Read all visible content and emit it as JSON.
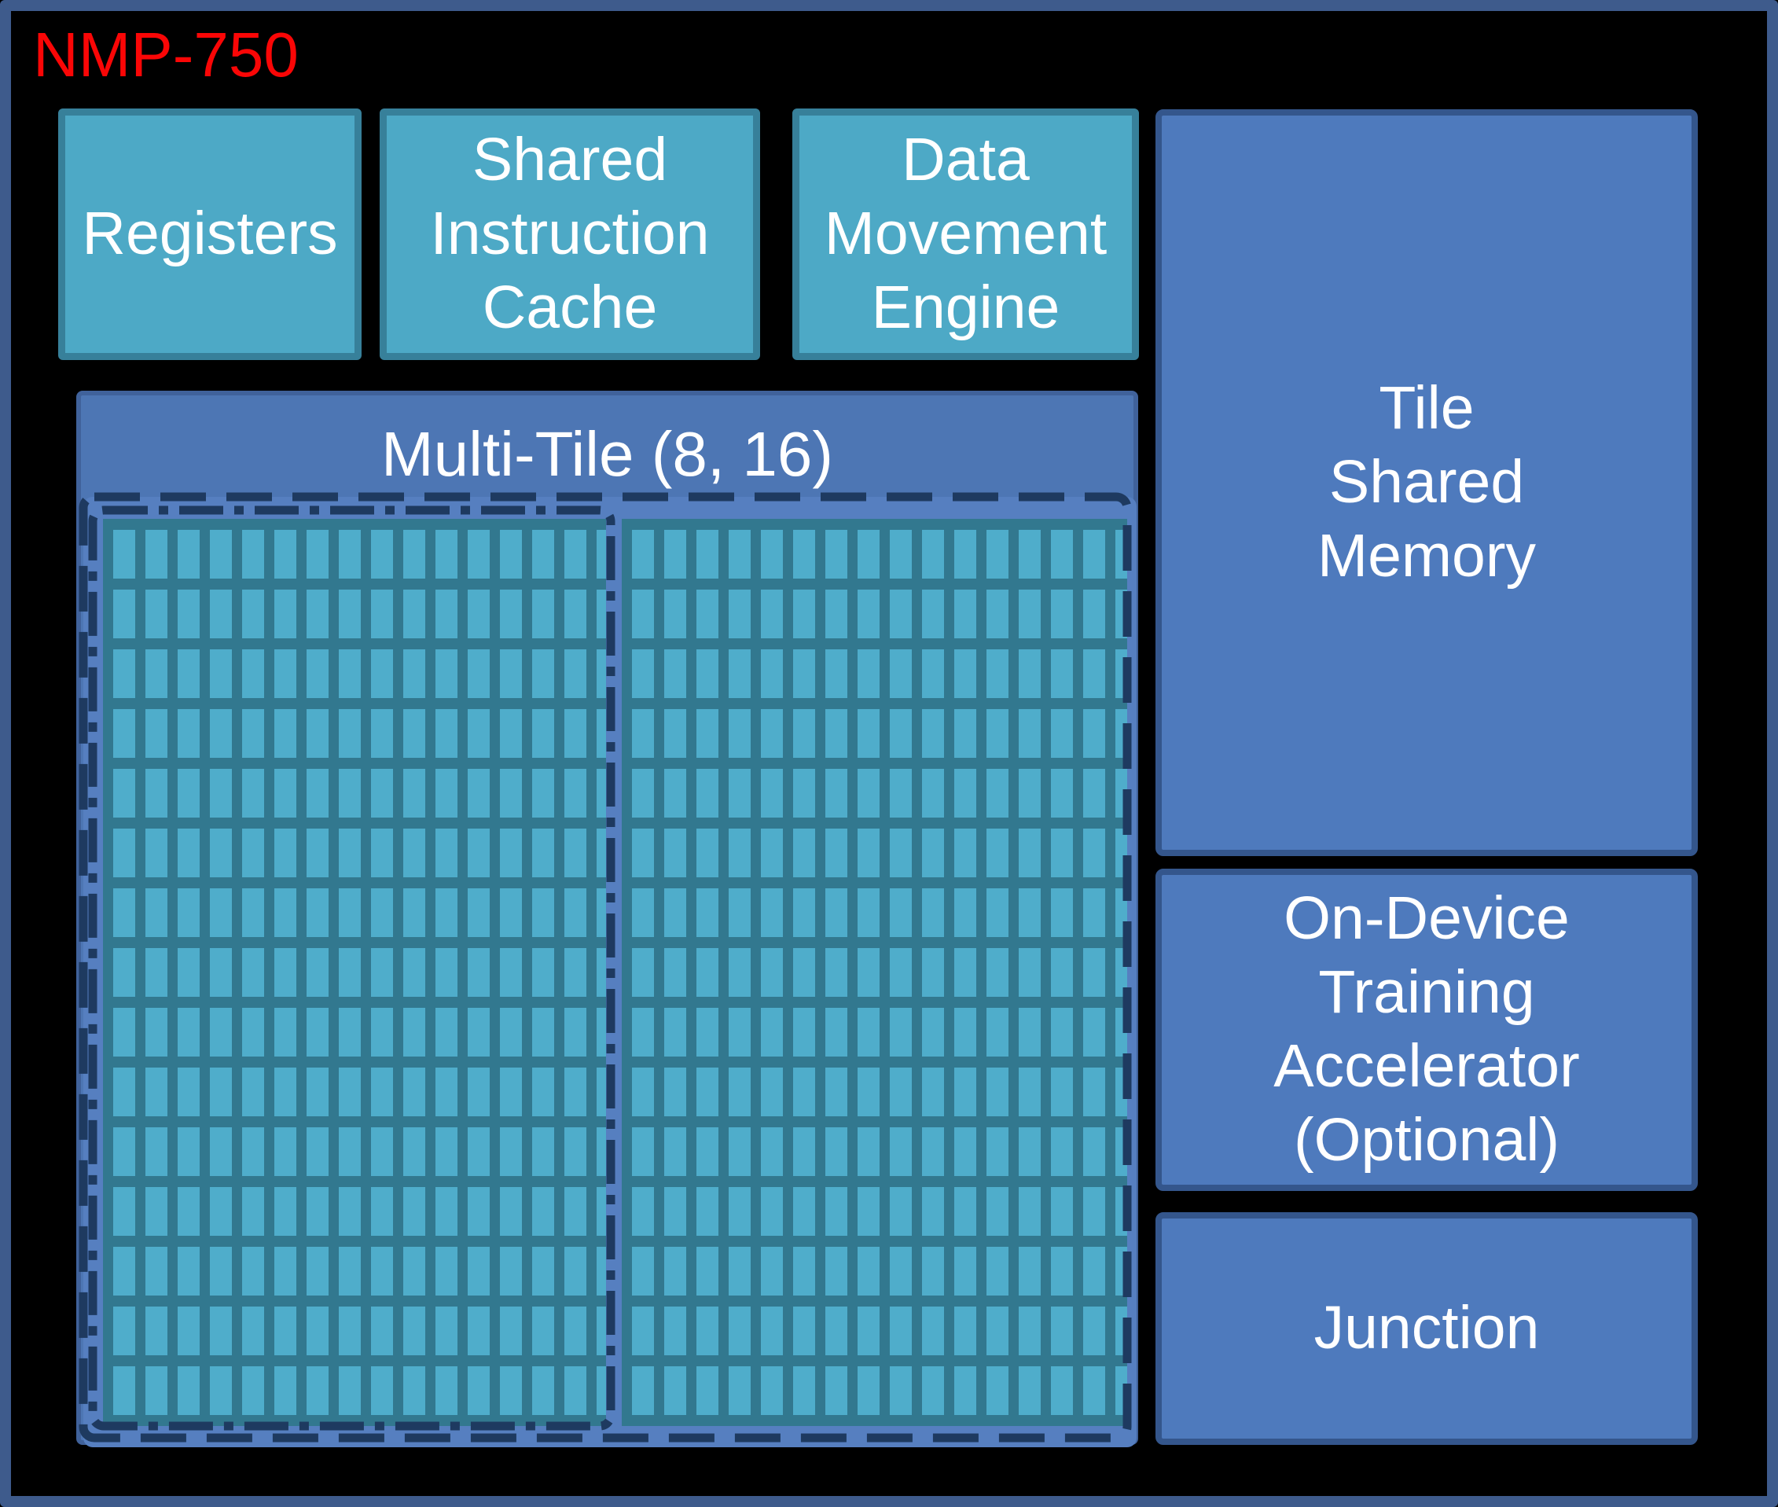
{
  "diagram": {
    "title": "NMP-750",
    "top_row": [
      {
        "id": "registers",
        "label": "Registers"
      },
      {
        "id": "shared-instruction-cache",
        "label": "Shared\nInstruction\nCache"
      },
      {
        "id": "data-movement-engine",
        "label": "Data\nMovement\nEngine"
      }
    ],
    "multi_tile": {
      "label": "Multi-Tile (8, 16)",
      "tile_grid": {
        "halves": 2,
        "columns_per_half": 16,
        "rows": 15,
        "left_group_outline": "dash-dot",
        "full_group_outline": "dashed"
      }
    },
    "right_column": [
      {
        "id": "tile-shared-memory",
        "label": "Tile\nShared\nMemory"
      },
      {
        "id": "on-device-training-accelerator",
        "label": "On-Device\nTraining\nAccelerator\n(Optional)"
      },
      {
        "id": "junction",
        "label": "Junction"
      }
    ]
  },
  "colors": {
    "frame": "#3E5B8C",
    "bg": "#000000",
    "title-red": "#FA0606",
    "teal-fill": "#4DA9C6",
    "teal-border": "#37809A",
    "mt-fill": "#4D76B4",
    "mt-border": "#40629B",
    "mat-fill": "#567FC0",
    "grid-bg": "#32788F",
    "grid-cell": "#4FADCB",
    "navy-dash": "#1E3A60",
    "blue-fill": "#4E7ABD",
    "blue-border": "#34568C",
    "text-white": "#FFFFFF"
  }
}
